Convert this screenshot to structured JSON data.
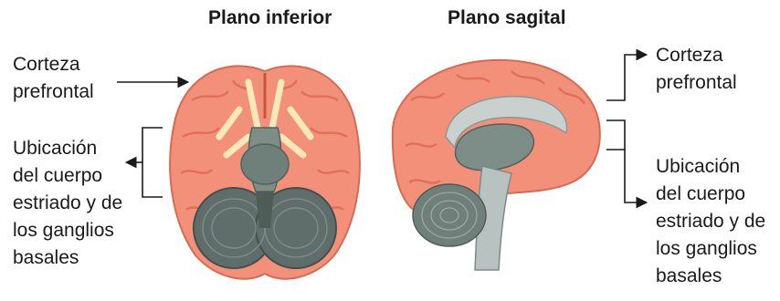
{
  "titles": {
    "inferior": "Plano inferior",
    "sagittal": "Plano sagital"
  },
  "labels": {
    "cortex_left": [
      "Corteza",
      "prefrontal"
    ],
    "striatum_left": [
      "Ubicación",
      "del cuerpo",
      "estriado y de",
      "los ganglios",
      "basales"
    ],
    "cortex_right": [
      "Corteza",
      "prefrontal"
    ],
    "striatum_right": [
      "Ubicación",
      "del cuerpo",
      "estriado y de",
      "los ganglios",
      "basales"
    ]
  },
  "colors": {
    "cortex": "#f2907a",
    "cortex_dark": "#e06f58",
    "brainstem": "#6f7f7a",
    "cerebellum": "#5f6e6a",
    "nerves": "#f6e8b8"
  }
}
